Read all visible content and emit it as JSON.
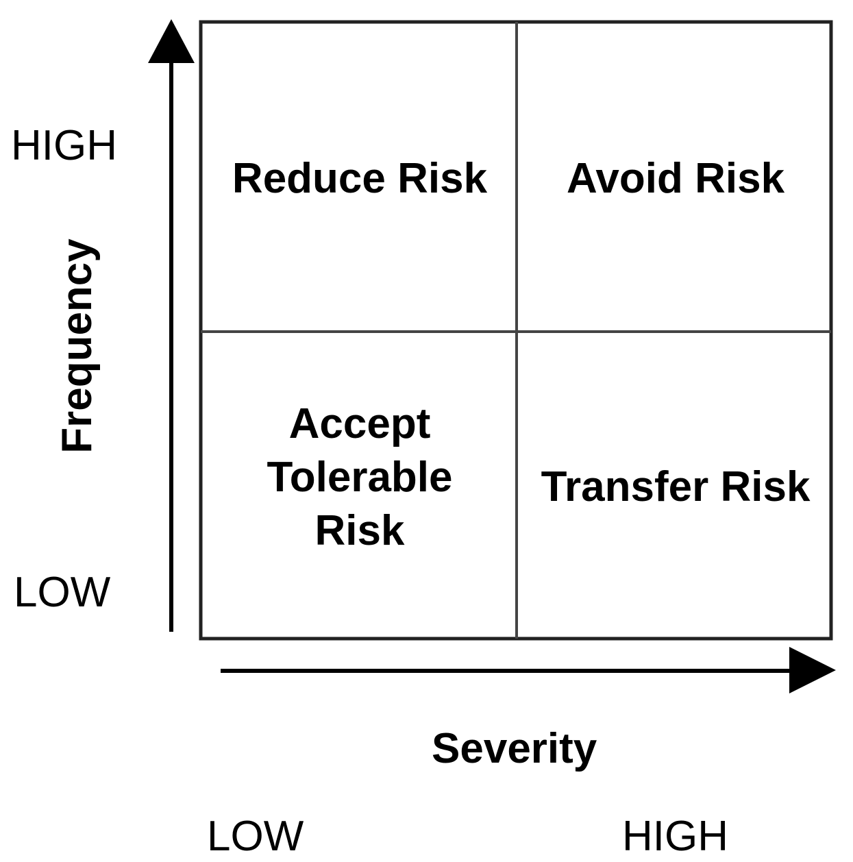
{
  "diagram": {
    "y_axis": {
      "title": "Frequency",
      "high_label": "HIGH",
      "low_label": "LOW"
    },
    "x_axis": {
      "title": "Severity",
      "low_label": "LOW",
      "high_label": "HIGH"
    },
    "quadrants": {
      "top_left": {
        "lines": [
          "Reduce Risk"
        ]
      },
      "top_right": {
        "lines": [
          "Avoid Risk"
        ]
      },
      "bottom_left": {
        "lines": [
          "Accept",
          "Tolerable",
          "Risk"
        ]
      },
      "bottom_right": {
        "lines": [
          "Transfer Risk"
        ]
      }
    },
    "colors": {
      "ink": "#000000",
      "grid": "#333333",
      "background": "#ffffff"
    }
  }
}
